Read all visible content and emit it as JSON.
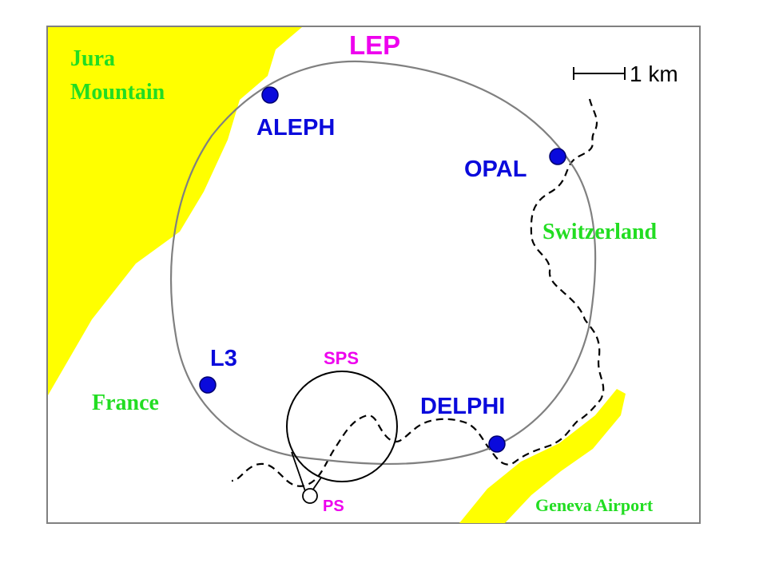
{
  "labels": {
    "lep": "LEP",
    "sps": "SPS",
    "ps": "PS",
    "scale": "1 km",
    "jura": [
      "Jura",
      "Mountain"
    ],
    "switzerland": "Switzerland",
    "france": "France",
    "geneva_airport": "Geneva Airport"
  },
  "detectors": [
    {
      "name": "ALEPH"
    },
    {
      "name": "OPAL"
    },
    {
      "name": "L3"
    },
    {
      "name": "DELPHI"
    }
  ],
  "colors": {
    "accelerator_label": "#ee00ee",
    "detector": "#0a0adc",
    "region_label": "#22dd22",
    "terrain": "#ffff00",
    "ring": "#808080",
    "border": "#000000"
  }
}
